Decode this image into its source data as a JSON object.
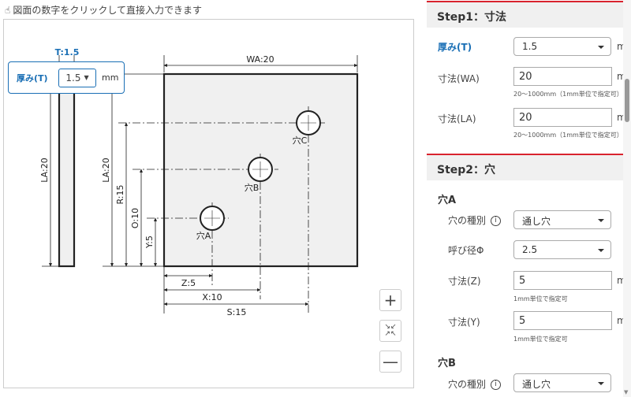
{
  "hint": "図面の数字をクリックして直接入力できます",
  "drawing": {
    "t_label": "T:1.5",
    "wa_label": "WA:20",
    "la_side_label": "LA:20",
    "la_label": "LA:20",
    "r_label": "R:15",
    "o_label": "O:10",
    "y_label": "Y:5",
    "z_label": "Z:5",
    "x_label": "X:10",
    "s_label": "S:15",
    "hole_a": "穴A",
    "hole_b": "穴B",
    "hole_c": "穴C"
  },
  "popup": {
    "label": "厚み(T)",
    "value": "1.5",
    "unit": "mm"
  },
  "zoom": {
    "in": "+",
    "fit": "fit",
    "out": "—"
  },
  "step1": {
    "title": "Step1：寸法",
    "thickness_label": "厚み(T)",
    "thickness_value": "1.5",
    "unit": "m",
    "wa_label": "寸法(WA)",
    "wa_value": "20",
    "wa_note": "20～1000mm（1mm単位で指定可）",
    "la_label": "寸法(LA)",
    "la_value": "20",
    "la_note": "20～1000mm（1mm単位で指定可）"
  },
  "step2": {
    "title": "Step2：穴",
    "hole_a": {
      "title": "穴A",
      "type_label": "穴の種別",
      "type_value": "通し穴",
      "dia_label": "呼び径Φ",
      "dia_value": "2.5",
      "z_label": "寸法(Z)",
      "z_value": "5",
      "z_note": "1mm単位で指定可",
      "y_label": "寸法(Y)",
      "y_value": "5",
      "y_note": "1mm単位で指定可",
      "unit": "m"
    },
    "hole_b": {
      "title": "穴B",
      "type_label": "穴の種別",
      "type_value": "通し穴"
    }
  },
  "colors": {
    "accent": "#1a6fb5",
    "step_border": "#d9232e",
    "plate_fill": "#f0f0f0"
  }
}
